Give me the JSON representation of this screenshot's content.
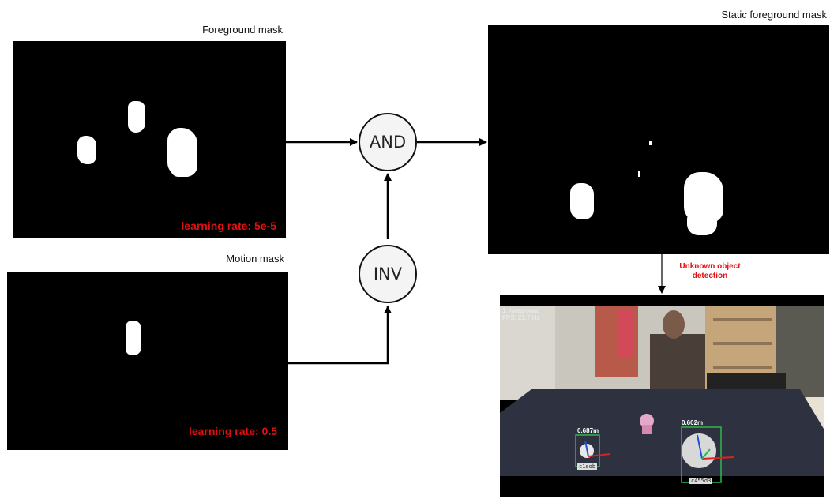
{
  "foreground": {
    "caption": "Foreground mask",
    "learning_rate": "learning rate: 5e-5"
  },
  "motion": {
    "caption": "Motion mask",
    "learning_rate": "learning rate: 0.5"
  },
  "static": {
    "caption": "Static foreground mask"
  },
  "nodes": {
    "and_label": "AND",
    "inv_label": "INV"
  },
  "detection": {
    "label_line1": "Unknown object",
    "label_line2": "detection"
  },
  "photo": {
    "fps_line1": "1: foreground",
    "fps_line2": "FPS: 21.7 Hz",
    "dist_left": "0.687m",
    "dist_right": "0.602m",
    "tag_left": "c1sob",
    "tag_right": "c455d3"
  },
  "colors": {
    "accent_red": "#e01010",
    "node_fill": "#f4f4f4"
  }
}
